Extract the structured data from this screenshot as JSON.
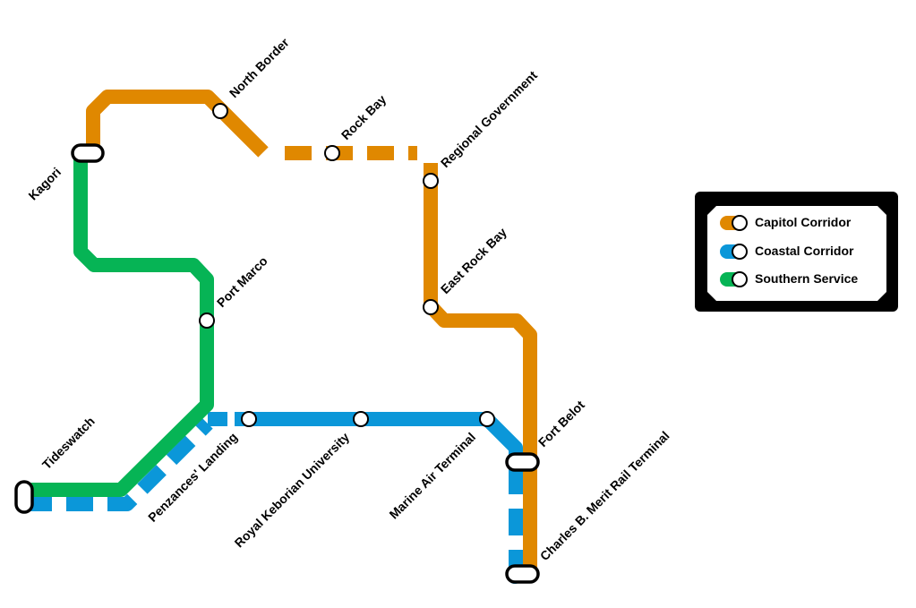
{
  "lines": [
    {
      "id": "capitol",
      "name": "Capitol Corridor",
      "color": "#e08800"
    },
    {
      "id": "coastal",
      "name": "Coastal Corridor",
      "color": "#0b97d9"
    },
    {
      "id": "southern",
      "name": "Southern Service",
      "color": "#06b455"
    }
  ],
  "stations": {
    "north_border": "North Border",
    "rock_bay": "Rock Bay",
    "regional_government": "Regional Government",
    "kagori": "Kagori",
    "east_rock_bay": "East Rock Bay",
    "port_marco": "Port Marco",
    "tideswatch": "Tideswatch",
    "penzances_landing": "Penzances' Landing",
    "royal_keborian_university": "Royal Keborian University",
    "marine_air_terminal": "Marine Air Terminal",
    "fort_belot": "Fort Belot",
    "charles_b_merit": "Charles B. Merit Rail Terminal"
  }
}
